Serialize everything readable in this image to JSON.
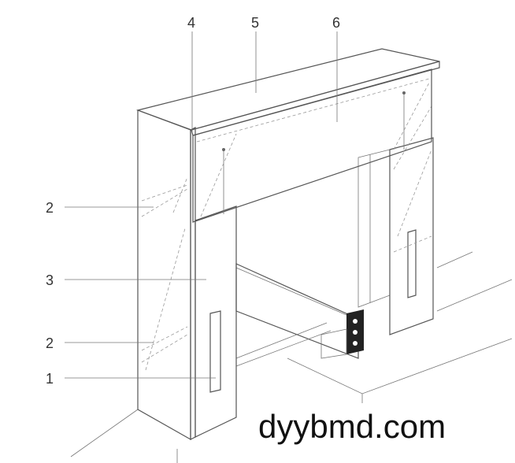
{
  "callouts": {
    "c1": "1",
    "c2a": "2",
    "c2b": "2",
    "c3": "3",
    "c4": "4",
    "c5": "5",
    "c6": "6"
  },
  "watermark": "dyybmd.com",
  "colors": {
    "panel_fill": "#f4f4f4",
    "outline": "#555555",
    "background": "#ffffff"
  }
}
